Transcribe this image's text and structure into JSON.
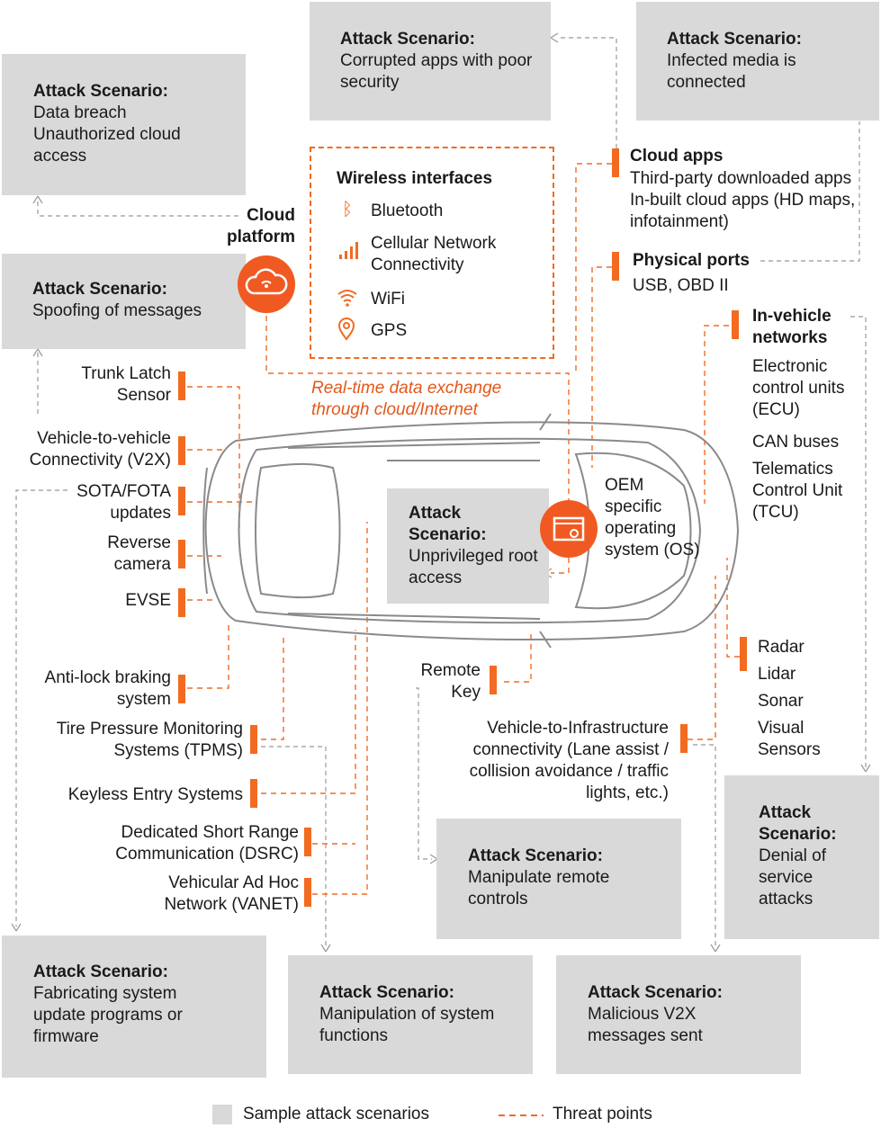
{
  "attack_label": "Attack Scenario:",
  "scenarios": {
    "corrupted_apps": "Corrupted apps with poor security",
    "infected_media": "Infected media is connected",
    "data_breach": "Data breach\nUnauthorized cloud access",
    "spoofing": "Spoofing of messages",
    "unprivileged_l1": "Attack",
    "unprivileged_l2": "Scenario:",
    "unprivileged": "Unprivileged root access",
    "dos_l1": "Attack",
    "dos_l2": "Scenario:",
    "dos": "Denial of service attacks",
    "remote": "Manipulate remote controls",
    "fabricating": "Fabricating system update programs or firmware",
    "manipulation": "Manipulation of system functions",
    "malicious_v2x": "Malicious V2X messages sent"
  },
  "wireless": {
    "title": "Wireless interfaces",
    "items": [
      "Bluetooth",
      "Cellular Network Connectivity",
      "WiFi",
      "GPS"
    ]
  },
  "cloud_platform": "Cloud platform",
  "realtime": "Real-time data exchange through cloud/Internet",
  "cloud_apps": {
    "title": "Cloud apps",
    "body": "Third-party downloaded apps In-built cloud apps (HD maps, infotainment)"
  },
  "physical_ports": {
    "title": "Physical ports",
    "body": "USB, OBD II"
  },
  "in_vehicle": {
    "title": "In-vehicle networks",
    "items": [
      "Electronic control units (ECU)",
      "CAN buses",
      "Telematics Control Unit (TCU)"
    ]
  },
  "oem": "OEM specific operating system (OS)",
  "sensors": [
    "Radar",
    "Lidar",
    "Sonar",
    "Visual Sensors"
  ],
  "left_labels": {
    "trunk": "Trunk Latch Sensor",
    "v2v": "Vehicle-to-vehicle Connectivity (V2X)",
    "sota": "SOTA/FOTA updates",
    "reverse": "Reverse camera",
    "evse": "EVSE",
    "abs": "Anti-lock braking system",
    "tpms": "Tire Pressure Monitoring Systems (TPMS)",
    "keyless": "Keyless Entry Systems",
    "dsrc": "Dedicated Short Range Communication (DSRC)",
    "vanet": "Vehicular Ad Hoc Network (VANET)"
  },
  "remote_key": "Remote Key",
  "v2i": "Vehicle-to-Infrastructure connectivity (Lane assist / collision avoidance / traffic lights, etc.)",
  "legend": {
    "scenarios": "Sample attack scenarios",
    "threats": "Threat points"
  },
  "colors": {
    "accent": "#f26b21",
    "box": "#d9d9d9"
  }
}
